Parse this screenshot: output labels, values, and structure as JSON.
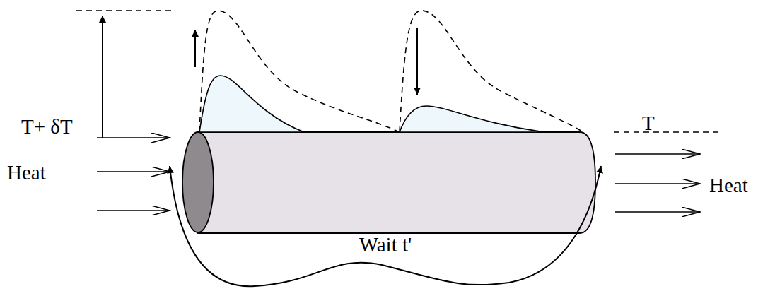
{
  "diagram": {
    "labels": [
      "T+ δT",
      "Heat",
      "Heat",
      "T",
      "Wait t'"
    ]
  }
}
